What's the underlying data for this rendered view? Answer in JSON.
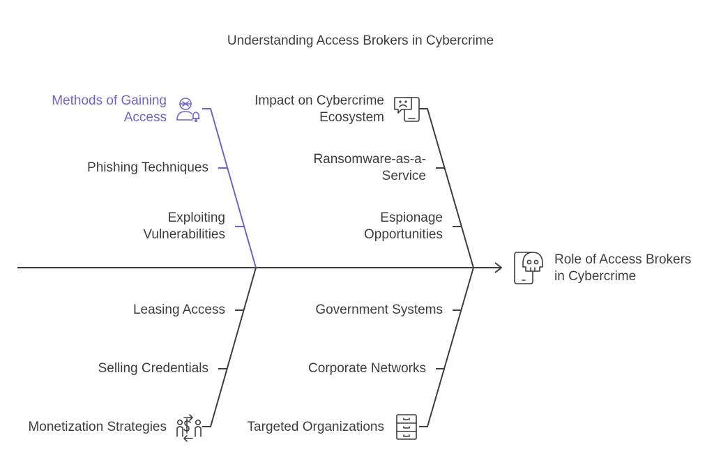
{
  "title": "Understanding Access Brokers in Cybercrime",
  "colors": {
    "accent": "#7262c9",
    "line": "#3d3d3d",
    "text": "#3d3d3d"
  },
  "head": {
    "line1": "Role of Access Brokers",
    "line2": "in Cybercrime",
    "icon": "skull-phone-icon"
  },
  "branches": {
    "methods": {
      "line1": "Methods of Gaining",
      "line2": "Access",
      "icon": "hacker-icon",
      "items": [
        {
          "text": "Phishing Techniques"
        },
        {
          "line1": "Exploiting",
          "line2": "Vulnerabilities"
        }
      ]
    },
    "impact": {
      "line1": "Impact on Cybercrime",
      "line2": "Ecosystem",
      "icon": "sad-phone-icon",
      "items": [
        {
          "line1": "Ransomware-as-a-",
          "line2": "Service"
        },
        {
          "line1": "Espionage",
          "line2": "Opportunities"
        }
      ]
    },
    "monetization": {
      "text": "Monetization Strategies",
      "icon": "money-exchange-icon",
      "items": [
        {
          "text": "Leasing Access"
        },
        {
          "text": "Selling Credentials"
        }
      ]
    },
    "targets": {
      "text": "Targeted Organizations",
      "icon": "filing-cabinet-icon",
      "items": [
        {
          "text": "Government Systems"
        },
        {
          "text": "Corporate Networks"
        }
      ]
    }
  }
}
